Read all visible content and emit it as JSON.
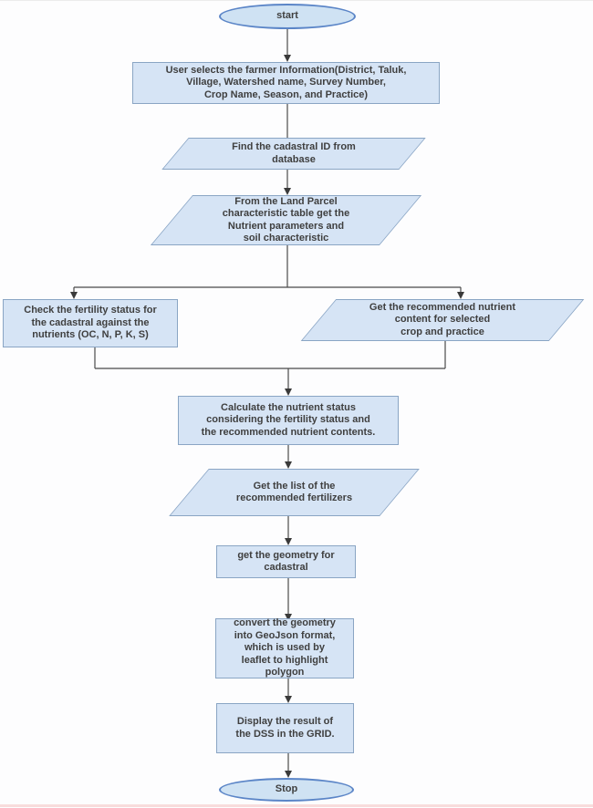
{
  "colors": {
    "process_fill": "#d6e4f5",
    "process_border": "#8aa5c4",
    "terminator_fill": "#cfe2f3",
    "terminator_border": "#5b85c7",
    "connector": "#4a4a4a",
    "text": "#3f3f3f",
    "bottom_strip": "#f8dcdc"
  },
  "nodes": {
    "start": {
      "label": "start"
    },
    "user_input": {
      "lines": [
        "User selects the farmer Information(District, Taluk,",
        "Village, Watershed name, Survey Number,",
        "Crop Name, Season, and Practice)"
      ]
    },
    "find_cadastral_id": {
      "lines": [
        "Find the cadastral ID from",
        "database"
      ]
    },
    "land_parcel": {
      "lines": [
        "From the Land Parcel",
        "characteristic table get the",
        "Nutrient parameters and",
        "soil characteristic"
      ]
    },
    "check_fertility": {
      "lines": [
        "Check the fertility status for",
        "the cadastral against the",
        "nutrients (OC, N, P, K, S)"
      ]
    },
    "recommended_nutrient": {
      "lines": [
        "Get the recommended nutrient",
        "content for selected",
        "crop and practice"
      ]
    },
    "calculate_status": {
      "lines": [
        "Calculate the nutrient status",
        "considering the fertility status and",
        "the recommended nutrient contents."
      ]
    },
    "fertilizer_list": {
      "lines": [
        "Get the list of the",
        "recommended fertilizers"
      ]
    },
    "get_geometry": {
      "lines": [
        "get the geometry for",
        "cadastral"
      ]
    },
    "convert_geojson": {
      "lines": [
        "convert the geometry",
        "into GeoJson format,",
        "which is used by",
        "leaflet to highlight",
        "polygon"
      ]
    },
    "display_result": {
      "lines": [
        "Display the result of",
        "the DSS in the GRID."
      ]
    },
    "stop": {
      "label": "Stop"
    }
  }
}
